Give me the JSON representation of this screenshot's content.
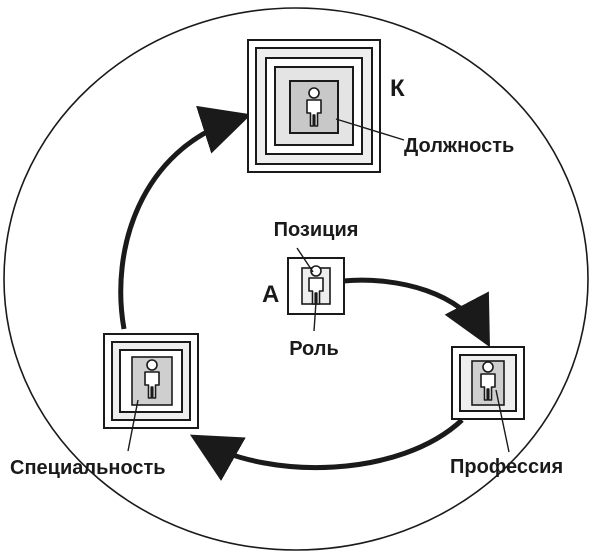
{
  "labels": {
    "k": "К",
    "a": "А",
    "dolzhnost": "Должность",
    "pozitsiya": "Позиция",
    "rol": "Роль",
    "professiya": "Профессия",
    "spetsialnost": "Специальность"
  },
  "icons": {
    "person": "person-icon",
    "arrow": "arrow-icon"
  },
  "colors": {
    "stroke": "#1a1a1a",
    "fill_light": "#eeeeee",
    "fill_mid": "#cfcfcf",
    "fill_dark": "#bdbdbd",
    "background": "#ffffff"
  }
}
